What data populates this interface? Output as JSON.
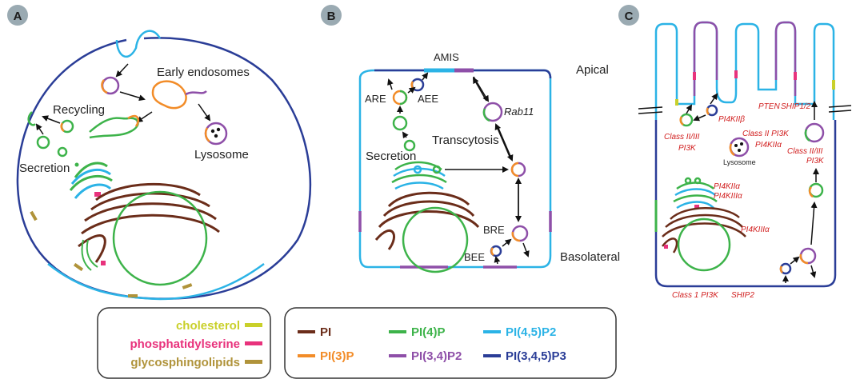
{
  "panels": {
    "a": {
      "badge": "A",
      "early_endosomes": "Early endosomes",
      "recycling": "Recycling",
      "secretion": "Secretion",
      "lysosome": "Lysosome"
    },
    "b": {
      "badge": "B",
      "amis": "AMIS",
      "apical": "Apical",
      "are": "ARE",
      "aee": "AEE",
      "rab11": "Rab11",
      "transcytosis": "Transcytosis",
      "secretion": "Secretion",
      "bre": "BRE",
      "bee": "BEE",
      "basolateral": "Basolateral"
    },
    "c": {
      "badge": "C",
      "pten": "PTEN",
      "ship12": "SHIP1/2",
      "pi4kiib": "PI4KIIβ",
      "class23_left": "Class II/III",
      "pi3k_left": "PI3K",
      "class2_mid": "Class II PI3K",
      "pi4kiia_mid": "PI4KIIα",
      "lysosome": "Lysosome",
      "class23_right": "Class II/III",
      "pi3k_right": "PI3K",
      "golgi_pi4kiia": "PI4KIIα",
      "golgi_pi4kiiia": "PI4KIIIα",
      "er_pi4kiiia": "PI4KIIIα",
      "class1": "Class 1 PI3K",
      "ship2": "SHIP2"
    }
  },
  "legend_lipids": [
    {
      "label": "cholesterol",
      "color": "#c9d02a"
    },
    {
      "label": "phosphatidylserine",
      "color": "#e8327c"
    },
    {
      "label": "glycosphingolipids",
      "color": "#b0933a"
    }
  ],
  "legend_phosphoinositides": [
    {
      "label": "PI",
      "color": "#6b2d1a"
    },
    {
      "label": "PI(4)P",
      "color": "#3db34a"
    },
    {
      "label": "PI(4,5)P2",
      "color": "#2bb3e6"
    },
    {
      "label": "PI(3)P",
      "color": "#f28c28"
    },
    {
      "label": "PI(3,4)P2",
      "color": "#8e4fa8"
    },
    {
      "label": "PI(3,4,5)P3",
      "color": "#2a3d97"
    }
  ]
}
